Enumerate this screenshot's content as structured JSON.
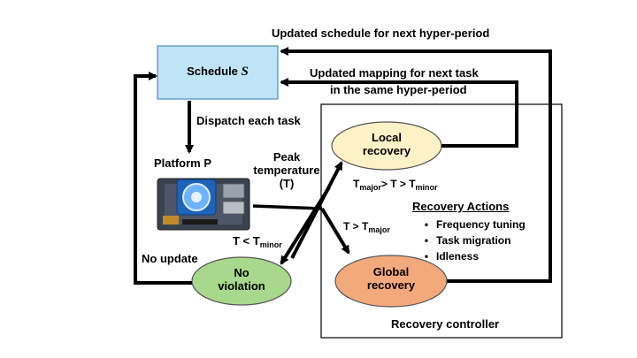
{
  "schedule": {
    "label": "Schedule ",
    "symbol": "S",
    "fill": "#bfe3f7",
    "stroke": "#4a90c0"
  },
  "platform": {
    "label": "Platform P"
  },
  "dispatch": {
    "label": "Dispatch each task"
  },
  "peak": {
    "line1": "Peak",
    "line2": "temperature",
    "line3": "(T)"
  },
  "local_recovery": {
    "line1": "Local",
    "line2": "recovery",
    "fill": "#fdf1c7"
  },
  "global_recovery": {
    "line1": "Global",
    "line2": "recovery",
    "fill": "#f2a97c"
  },
  "no_violation": {
    "line1": "No",
    "line2": "violation",
    "fill": "#a8d88b"
  },
  "condition_minor_major": {
    "t_major": "T",
    "sub_major": "major",
    "mid": "> T > T",
    "sub_minor": "minor"
  },
  "condition_major": {
    "lead": "T > T",
    "sub": "major"
  },
  "condition_below_minor": {
    "lead": "T < T",
    "sub": "minor"
  },
  "updated_schedule": {
    "label": "Updated schedule for next hyper-period"
  },
  "updated_mapping": {
    "line1": "Updated mapping for next task",
    "line2": "in the same hyper-period"
  },
  "no_update": {
    "label": "No update"
  },
  "recovery_actions": {
    "title": "Recovery Actions",
    "items": [
      "Frequency tuning",
      "Task migration",
      "Idleness"
    ]
  },
  "controller": {
    "label": "Recovery controller"
  }
}
